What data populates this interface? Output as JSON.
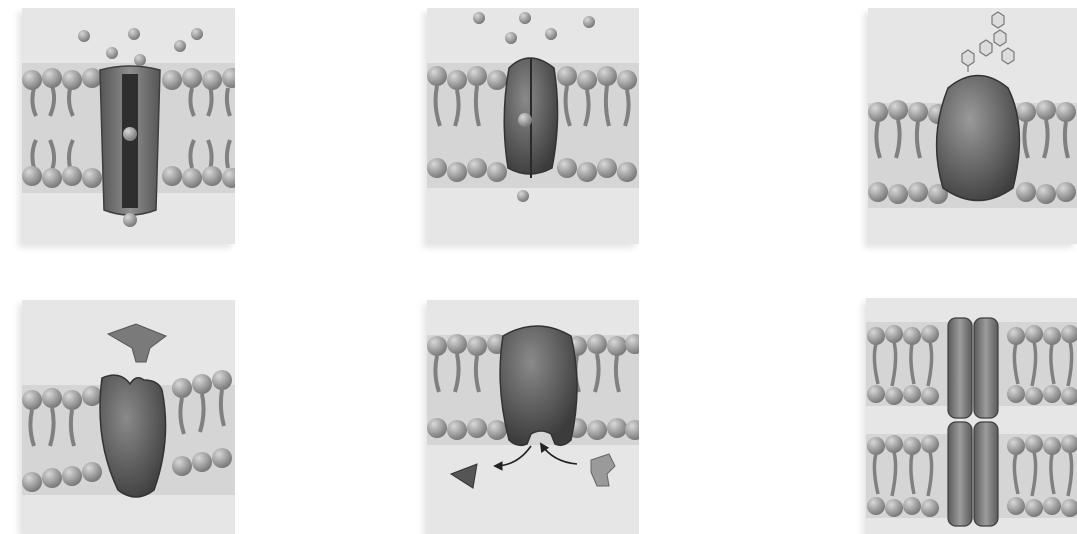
{
  "figure": {
    "panels": [
      {
        "id": "p1",
        "depicts": "channel-protein"
      },
      {
        "id": "p2",
        "depicts": "carrier-protein"
      },
      {
        "id": "p3",
        "depicts": "glycoprotein-receptor"
      },
      {
        "id": "p4",
        "depicts": "receptor-protein-with-signal"
      },
      {
        "id": "p5",
        "depicts": "enzyme-protein"
      },
      {
        "id": "p6",
        "depicts": "cell-junction-protein"
      }
    ],
    "colors": {
      "panel_bg": "#e6e6e6",
      "lipid_head": "#9a9a9a",
      "lipid_tail": "#8a8a8a",
      "protein": "#6f6f6f",
      "protein_dark": "#4a4a4a",
      "solute": "#8c8c8c"
    }
  }
}
